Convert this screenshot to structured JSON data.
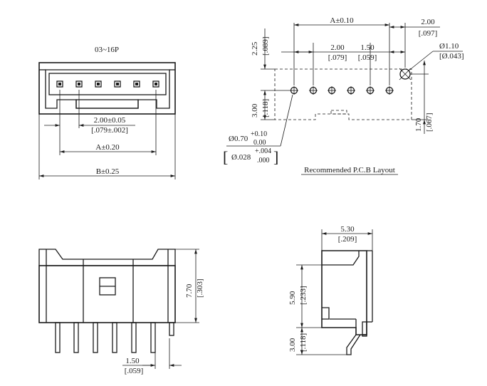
{
  "top_view": {
    "pin_range": "03~16P",
    "pitch_mm": "2.00±0.05",
    "pitch_in": "[.079±.002]",
    "dim_a": "A±0.20",
    "dim_b": "B±0.25"
  },
  "pcb_layout": {
    "dim_a": "A±0.10",
    "edge_mm": "2.00",
    "edge_in": "[.097]",
    "offset_v_mm": "2.25",
    "offset_v_in": "[.089]",
    "pitch_mm": "2.00",
    "pitch_in": "[.079]",
    "gap_mm": "1.50",
    "gap_in": "[.059]",
    "hole_big_mm": "Ø1.10",
    "hole_big_in": "[Ø.043]",
    "height_mm": "3.00",
    "height_in": "[.118]",
    "hole_small_base": "Ø0.70",
    "hole_small_tol_up": "+0.10",
    "hole_small_tol_dn": "0.00",
    "hole_small_in_base": "Ø.028",
    "hole_small_in_tol_up": "+.004",
    "hole_small_in_tol_dn": ".000",
    "bracket_left": "[",
    "bracket_right": "]",
    "right_mm": "1.70",
    "right_in": "[.067]",
    "caption": "Recommended P.C.B Layout"
  },
  "front_view": {
    "height_mm": "7.70",
    "height_in": "[.303]",
    "pin_mm": "1.50",
    "pin_in": "[.059]"
  },
  "side_view": {
    "width_mm": "5.30",
    "width_in": "[.209]",
    "body_mm": "5.90",
    "body_in": "[.233]",
    "tail_mm": "3.00",
    "tail_in": "[.118]"
  }
}
